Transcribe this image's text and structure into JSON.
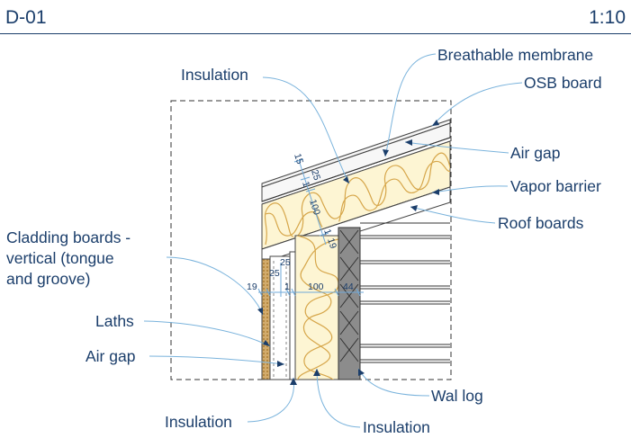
{
  "header": {
    "code": "D-01",
    "scale": "1:10"
  },
  "labels": {
    "insulation_roof": "Insulation",
    "breathable_membrane": "Breathable membrane",
    "osb_board": "OSB board",
    "air_gap_roof": "Air gap",
    "vapor_barrier": "Vapor barrier",
    "roof_boards": "Roof boards",
    "cladding_line1": "Cladding boards -",
    "cladding_line2": "vertical (tongue",
    "cladding_line3": "and groove)",
    "laths": "Laths",
    "air_gap_wall": "Air gap",
    "insulation_bottom_left": "Insulation",
    "insulation_bottom_mid": "Insulation",
    "wall_log": "Wal log"
  },
  "dimensions": {
    "roof": [
      "15",
      "25",
      "1",
      "100",
      "1",
      "19"
    ],
    "wall_25": "25",
    "wall_row": [
      "19",
      "1",
      "100",
      "44"
    ]
  },
  "colors": {
    "text": "#1b3e6b",
    "leader": "#7ab3dc",
    "insulation": "#fdf5d3",
    "insulation_curve": "#d6a64a",
    "log": "#8c8c8c",
    "cladding": "#c9a060"
  }
}
